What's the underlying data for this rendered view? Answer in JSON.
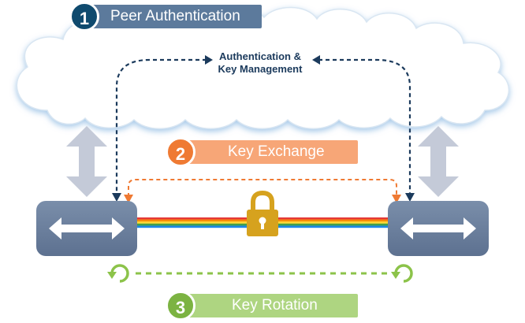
{
  "steps": [
    {
      "number": "1",
      "label": "Peer Authentication",
      "color": "#0f4a6e",
      "bar_color": "#5c7a9c"
    },
    {
      "number": "2",
      "label": "Key Exchange",
      "color": "#ef7a33",
      "bar_color": "#f7a677"
    },
    {
      "number": "3",
      "label": "Key Rotation",
      "color": "#7cb342",
      "bar_color": "#aed581"
    }
  ],
  "cloud_text": {
    "line1": "Authentication &",
    "line2": "Key Management"
  },
  "colors": {
    "device": "#6a7f9c",
    "vertical_arrow": "#c4cad8",
    "lock": "#d6a21e",
    "auth_dashes": "#1b3a5c",
    "exchange_dashes": "#ef7a33",
    "rotation_dashes": "#8cc34a"
  },
  "icons": [
    "cloud-shape",
    "double-arrow-icon",
    "lock-icon",
    "rotate-icon",
    "vertical-double-arrow-icon"
  ]
}
